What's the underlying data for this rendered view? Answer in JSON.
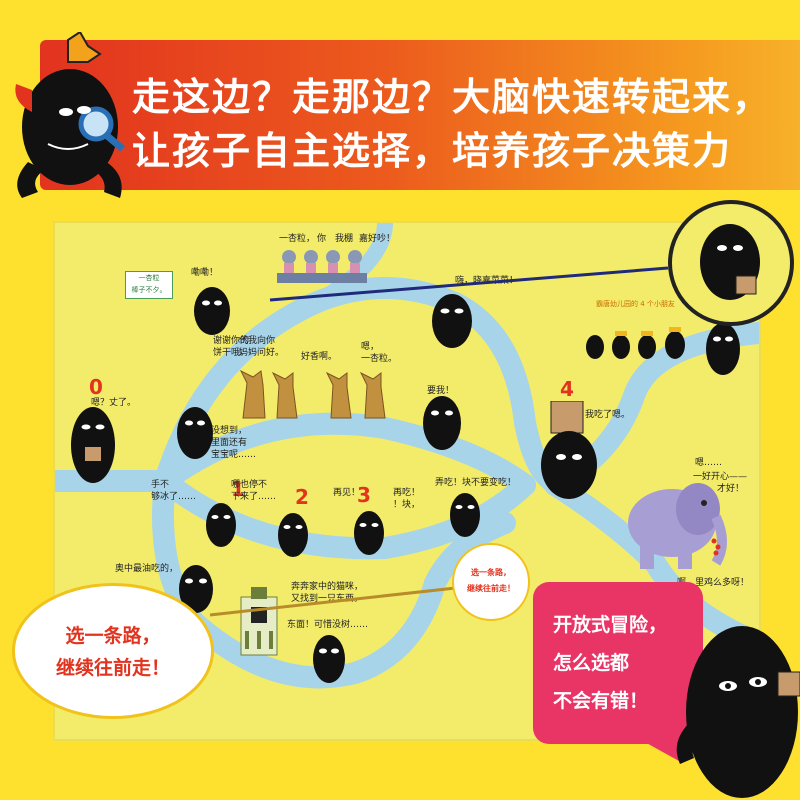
{
  "banner": {
    "headline_line1": "走这边？走那边？大脑快速转起来，",
    "headline_line2": "让孩子自主选择，培养孩子决策力",
    "colors": {
      "gradient_start": "#e2331f",
      "gradient_end": "#f7b12a"
    }
  },
  "mascot": {
    "icon": "black-blob-character-with-magnifier-icon"
  },
  "map": {
    "background_color": "#f3ec6a",
    "river_color": "#a8d4ea",
    "numbers": [
      "0",
      "1",
      "2",
      "3",
      "4"
    ],
    "label_box": {
      "line1": "一杏粒",
      "line2": "棒子不夕。"
    },
    "corner_note": "霸唐幼儿园的 4 个小朋友",
    "speech": [
      "嘞嘞！",
      "一杏粒，",
      "你",
      "我棚",
      "嘉好吵！",
      "嗨，晓嘉菜菜！",
      "谢谢你的",
      "饼干哦。",
      "代我向你",
      "妈妈问好。",
      "好香啊。",
      "嗯，",
      "一杏粒。",
      "嗯？丈了。",
      "没想到，",
      "里面还有",
      "宝宝呢……",
      "要我！",
      "我吃了嗯。",
      "手不",
      "够冰了……",
      "哪也停不",
      "下来了……",
      "再见！",
      "再吃！",
      "！块，",
      "弄吃！块不要变吃！",
      "嗯……",
      "一好开心——",
      "才好！",
      "啊，里鸡么多呀！",
      "东面！可惜没树……",
      "奥中最油吃的，",
      "奔奔家中的猫咪，",
      "又找到一只东西。"
    ]
  },
  "callouts": {
    "left_line1": "选一条路，",
    "left_line2": "继续往前走！",
    "small_line1": "选一条路，",
    "small_line2": "继续往前走！"
  },
  "pink_bubble": {
    "line1": "开放式冒险，",
    "line2": "怎么选都",
    "line3": "不会有错！",
    "color": "#e93566"
  }
}
